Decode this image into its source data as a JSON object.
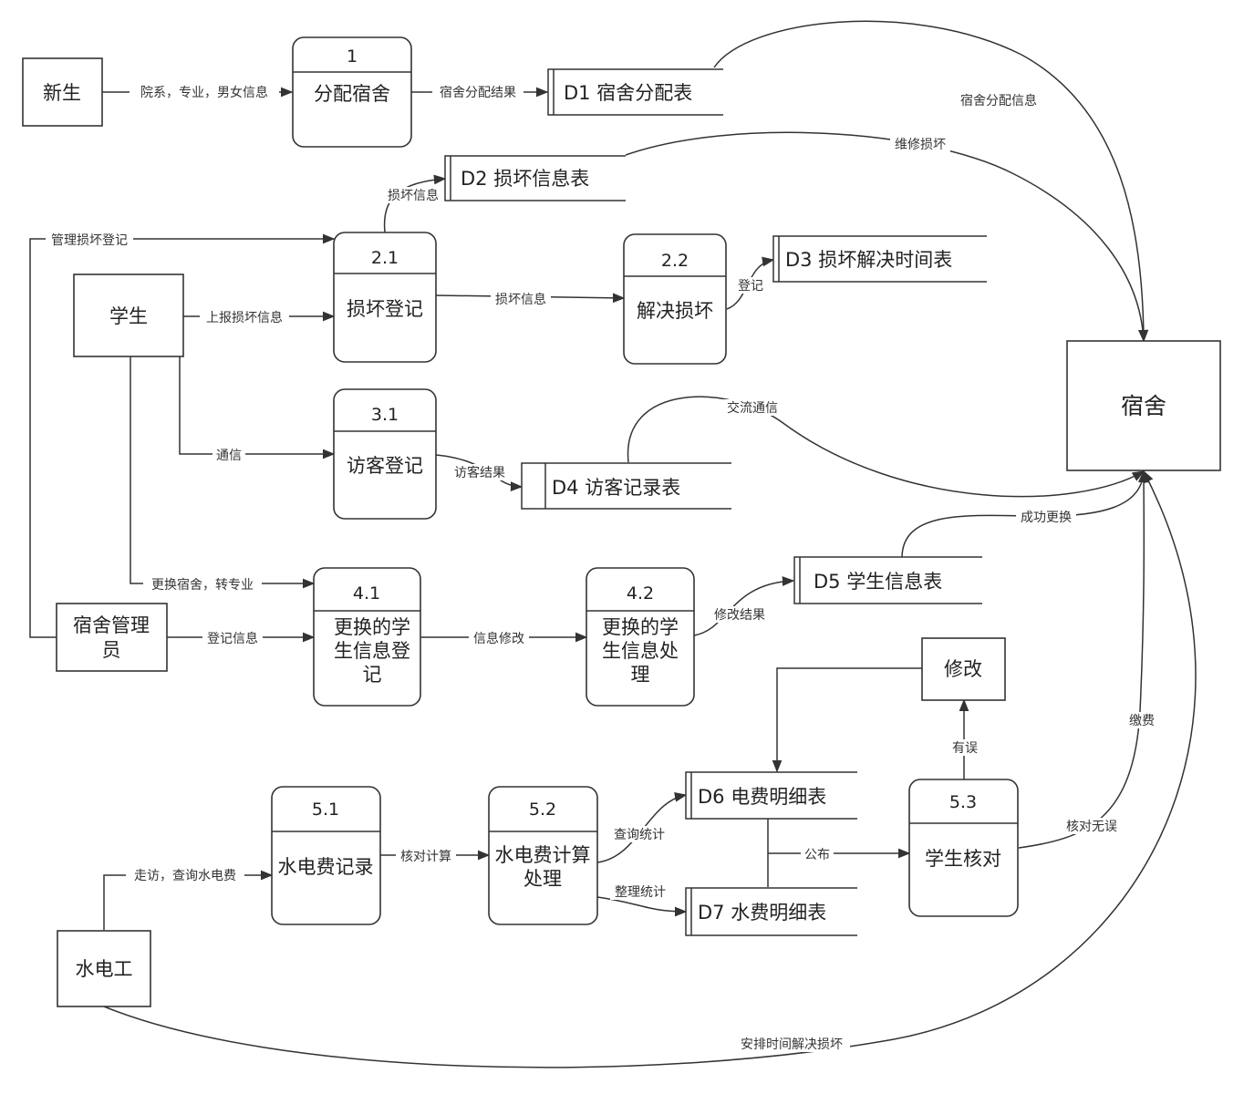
{
  "entities": {
    "freshman": "新生",
    "student": "学生",
    "manager": [
      "宿舍管理",
      "员"
    ],
    "electrician": "水电工",
    "dorm": "宿舍",
    "modify": "修改"
  },
  "processes": {
    "p1": {
      "id": "1",
      "name": [
        "分配宿舍"
      ]
    },
    "p21": {
      "id": "2.1",
      "name": [
        "损坏登记"
      ]
    },
    "p22": {
      "id": "2.2",
      "name": [
        "解决损坏"
      ]
    },
    "p31": {
      "id": "3.1",
      "name": [
        "访客登记"
      ]
    },
    "p41": {
      "id": "4.1",
      "name": [
        "更换的学",
        "生信息登",
        "记"
      ]
    },
    "p42": {
      "id": "4.2",
      "name": [
        "更换的学",
        "生信息处",
        "理"
      ]
    },
    "p51": {
      "id": "5.1",
      "name": [
        "水电费记录"
      ]
    },
    "p52": {
      "id": "5.2",
      "name": [
        "水电费计算",
        "处理"
      ]
    },
    "p53": {
      "id": "5.3",
      "name": [
        "学生核对"
      ]
    }
  },
  "stores": {
    "d1": "D1 宿舍分配表",
    "d2": "D2 损坏信息表",
    "d3": "D3 损坏解决时间表",
    "d4": "D4 访客记录表",
    "d5": "D5 学生信息表",
    "d6": "D6 电费明细表",
    "d7": "D7 水费明细表"
  },
  "flows": {
    "f_fresh": "院系，专业，男女信息",
    "f_alloc": "宿舍分配结果",
    "f_allocinfo": "宿舍分配信息",
    "f_repair": "维修损坏",
    "f_dmg1": "损坏信息",
    "f_mgrdmg": "管理损坏登记",
    "f_report": "上报损坏信息",
    "f_dmg2": "损坏信息",
    "f_reg": "登记",
    "f_comm": "通信",
    "f_visit": "访客结果",
    "f_exch": "交流通信",
    "f_change": "更换宿舍，转专业",
    "f_success": "成功更换",
    "f_reginfo": "登记信息",
    "f_infomod": "信息修改",
    "f_modres": "修改结果",
    "f_pay": "缴费",
    "f_err": "有误",
    "f_visitq": "走访，查询水电费",
    "f_check": "核对计算",
    "f_query": "查询统计",
    "f_sort": "整理统计",
    "f_pub": "公布",
    "f_ok": "核对无误",
    "f_arrange": "安排时间解决损坏"
  }
}
